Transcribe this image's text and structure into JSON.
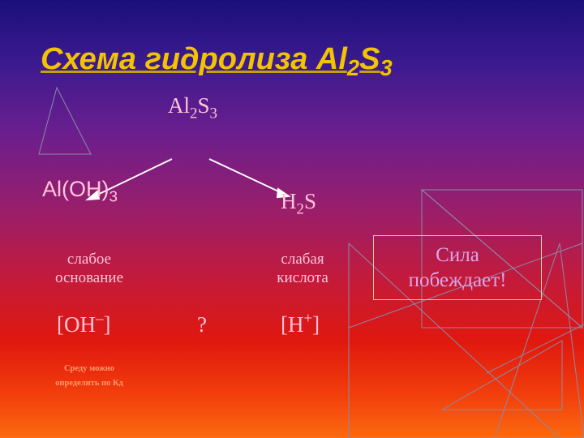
{
  "title": {
    "text": "Схема гидролиза Al",
    "sub1": "2",
    "mid": "S",
    "sub2": "3"
  },
  "salt": {
    "text": "Al",
    "sub1": "2",
    "mid": "S",
    "sub2": "3"
  },
  "base": {
    "text": "Al(OH)",
    "sub": "3"
  },
  "acid": {
    "text": "H",
    "sub": "2",
    "mid": "S"
  },
  "base_label": {
    "line1": "слабое",
    "line2": "основание"
  },
  "acid_label": {
    "line1": "слабая",
    "line2": "кислота"
  },
  "oh_ion": {
    "open": "[OH",
    "sup": "–",
    "close": "]"
  },
  "question": "?",
  "h_ion": {
    "open": "[H",
    "sup": "+",
    "close": "]"
  },
  "note": {
    "line1": "Среду можно",
    "line2": "определить по Кд"
  },
  "box": {
    "line1": "Сила",
    "line2": "побеждает!"
  },
  "colors": {
    "title": "#f2c300",
    "text": "#ffc4d8",
    "note": "#ff9a6a",
    "box_text": "#d8a6e8"
  }
}
